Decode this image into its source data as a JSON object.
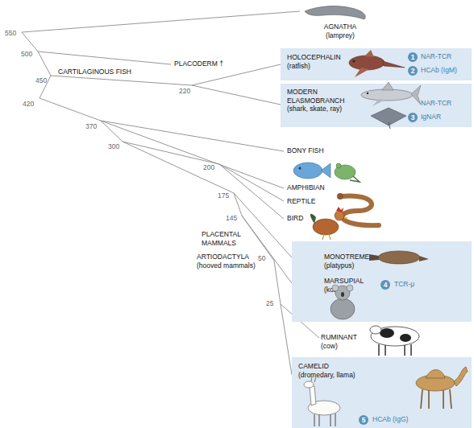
{
  "diagram": {
    "nodes": [
      {
        "text": [
          "HOLOCEPHALIN (ratfish)",
          "NAR-TCR",
          "HCAb (IgM)"
        ]
      },
      {
        "text": [
          "1"
        ],
        "in": 0
      },
      {
        "text": [
          "2"
        ],
        "in": 0
      },
      {
        "text": [
          "MODERN ELASMOBRANCH (shark, skate, ray)",
          "NAR-TCR",
          "IgNAR"
        ]
      },
      {
        "text": [
          "3"
        ],
        "in": 3
      },
      {
        "text": [
          "MONOTREME (platypus)",
          "MARSUPIAL (koala)",
          "TCR-μ"
        ]
      },
      {
        "text": [
          "4"
        ],
        "in": 5
      },
      {
        "text": [
          "CAMELID (dromedary, llama)",
          "HCAb (IgG)"
        ]
      },
      {
        "text": [
          "5"
        ],
        "in": 7
      }
    ],
    "labels": [
      "AGNATHA (lamprey)",
      "550",
      "500",
      "PLACODERM †",
      "450",
      "CARTILAGINOUS FISH",
      "420",
      "220",
      "370",
      "300",
      "BONY FISH",
      "200",
      "AMPHIBIAN",
      "REPTILE",
      "175",
      "BIRD",
      "145",
      "PLACENTAL MAMMALS",
      "ARTIODACTYLA (hooved mammals)",
      "50",
      "25",
      "RUMINANT (cow)"
    ]
  }
}
